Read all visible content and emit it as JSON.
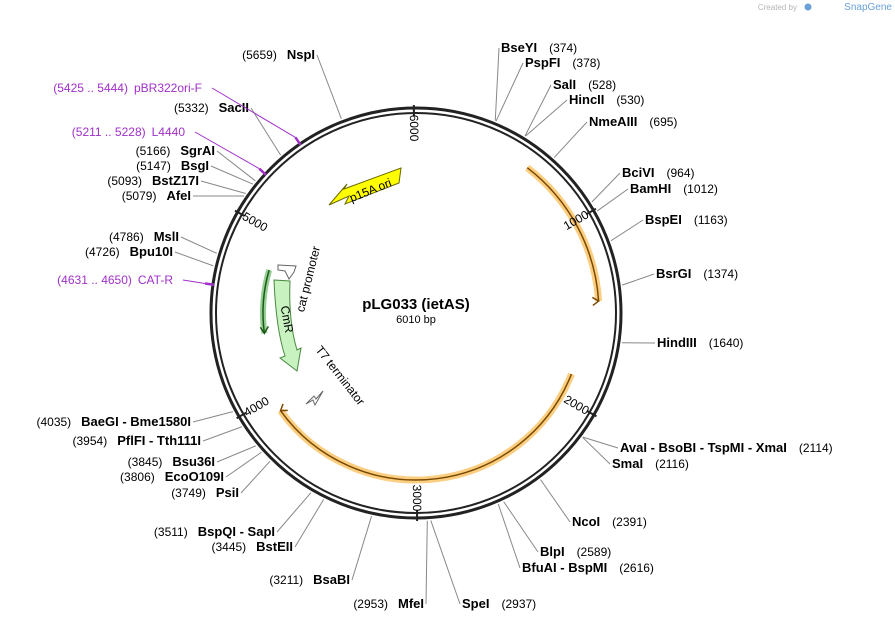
{
  "watermark": {
    "created_by": "Created by",
    "brand": "SnapGene"
  },
  "plasmid": {
    "name": "pLG033 (ietAS)",
    "size_label": "6010 bp",
    "length": 6010
  },
  "colors": {
    "orf": "#f7a51c",
    "cm_feature": "#3ca838",
    "cmr_fill": "#c8f2c0",
    "promoter_fill": "#ffffff",
    "origin_fill": "#ffff00",
    "primer": "#a030c8",
    "backbone": "#222222",
    "leader": "#888888"
  },
  "ticks": [
    {
      "pos": 1000,
      "label": "1000"
    },
    {
      "pos": 2000,
      "label": "2000"
    },
    {
      "pos": 3000,
      "label": "3000"
    },
    {
      "pos": 4000,
      "label": "4000"
    },
    {
      "pos": 5000,
      "label": "5000"
    },
    {
      "pos": 6000,
      "label": "6000"
    }
  ],
  "sites": [
    {
      "pos": 374,
      "name": "BseYI",
      "pos_label": "(374)",
      "side": "right"
    },
    {
      "pos": 378,
      "name": "PspFI",
      "pos_label": "(378)",
      "side": "right"
    },
    {
      "pos": 528,
      "name": "SalI",
      "pos_label": "(528)",
      "side": "right"
    },
    {
      "pos": 530,
      "name": "HincII",
      "pos_label": "(530)",
      "side": "right"
    },
    {
      "pos": 695,
      "name": "NmeAIII",
      "pos_label": "(695)",
      "side": "right"
    },
    {
      "pos": 964,
      "name": "BciVI",
      "pos_label": "(964)",
      "side": "right"
    },
    {
      "pos": 1012,
      "name": "BamHI",
      "pos_label": "(1012)",
      "side": "right"
    },
    {
      "pos": 1163,
      "name": "BspEI",
      "pos_label": "(1163)",
      "side": "right"
    },
    {
      "pos": 1374,
      "name": "BsrGI",
      "pos_label": "(1374)",
      "side": "right"
    },
    {
      "pos": 1640,
      "name": "HindIII",
      "pos_label": "(1640)",
      "side": "right"
    },
    {
      "pos": 2114,
      "name": "AvaI  -  BsoBI  -  TspMI  -  XmaI",
      "pos_label": "(2114)",
      "side": "right"
    },
    {
      "pos": 2116,
      "name": "SmaI",
      "pos_label": "(2116)",
      "side": "right"
    },
    {
      "pos": 2391,
      "name": "NcoI",
      "pos_label": "(2391)",
      "side": "right"
    },
    {
      "pos": 2589,
      "name": "BlpI",
      "pos_label": "(2589)",
      "side": "right"
    },
    {
      "pos": 2616,
      "name": "BfuAI  -  BspMI",
      "pos_label": "(2616)",
      "side": "right"
    },
    {
      "pos": 2937,
      "name": "SpeI",
      "pos_label": "(2937)",
      "side": "right"
    },
    {
      "pos": 2953,
      "name": "MfeI",
      "pos_label": "(2953)",
      "side": "left"
    },
    {
      "pos": 3211,
      "name": "BsaBI",
      "pos_label": "(3211)",
      "side": "left"
    },
    {
      "pos": 3445,
      "name": "BstEII",
      "pos_label": "(3445)",
      "side": "left"
    },
    {
      "pos": 3511,
      "name": "BspQI  -  SapI",
      "pos_label": "(3511)",
      "side": "left"
    },
    {
      "pos": 3749,
      "name": "PsiI",
      "pos_label": "(3749)",
      "side": "left"
    },
    {
      "pos": 3806,
      "name": "EcoO109I",
      "pos_label": "(3806)",
      "side": "left"
    },
    {
      "pos": 3845,
      "name": "Bsu36I",
      "pos_label": "(3845)",
      "side": "left"
    },
    {
      "pos": 3954,
      "name": "PflFI  -  Tth111I",
      "pos_label": "(3954)",
      "side": "left"
    },
    {
      "pos": 4035,
      "name": "BaeGI  -  Bme1580I",
      "pos_label": "(4035)",
      "side": "left"
    },
    {
      "pos": 4726,
      "name": "Bpu10I",
      "pos_label": "(4726)",
      "side": "left"
    },
    {
      "pos": 4786,
      "name": "MslI",
      "pos_label": "(4786)",
      "side": "left"
    },
    {
      "pos": 5079,
      "name": "AfeI",
      "pos_label": "(5079)",
      "side": "left"
    },
    {
      "pos": 5093,
      "name": "BstZ17I",
      "pos_label": "(5093)",
      "side": "left"
    },
    {
      "pos": 5147,
      "name": "BsgI",
      "pos_label": "(5147)",
      "side": "left"
    },
    {
      "pos": 5166,
      "name": "SgrAI",
      "pos_label": "(5166)",
      "side": "left"
    },
    {
      "pos": 5332,
      "name": "SacII",
      "pos_label": "(5332)",
      "side": "left"
    },
    {
      "pos": 5659,
      "name": "NspI",
      "pos_label": "(5659)",
      "side": "left"
    }
  ],
  "primers": [
    {
      "start": 4631,
      "end": 4650,
      "range_label": "(4631 .. 4650)",
      "name": "CAT-R"
    },
    {
      "start": 5211,
      "end": 5228,
      "range_label": "(5211 .. 5228)",
      "name": "L4440"
    },
    {
      "start": 5425,
      "end": 5444,
      "range_label": "(5425 .. 5444)",
      "name": "pBR322ori-F"
    }
  ],
  "features": {
    "orf_arc": {
      "start": 625,
      "end": 1440,
      "color": "#f7a51c"
    },
    "orf_arc2": {
      "start": 1860,
      "end": 3910,
      "color": "#f7a51c"
    },
    "cm_arc": {
      "start": 4380,
      "end": 4780,
      "color": "#3ca838"
    },
    "p15a": {
      "label": "p15A ori"
    },
    "cat_promoter": {
      "label": "cat promoter"
    },
    "cmr": {
      "label": "CmR"
    },
    "t7_terminator": {
      "label": "T7 terminator"
    }
  }
}
